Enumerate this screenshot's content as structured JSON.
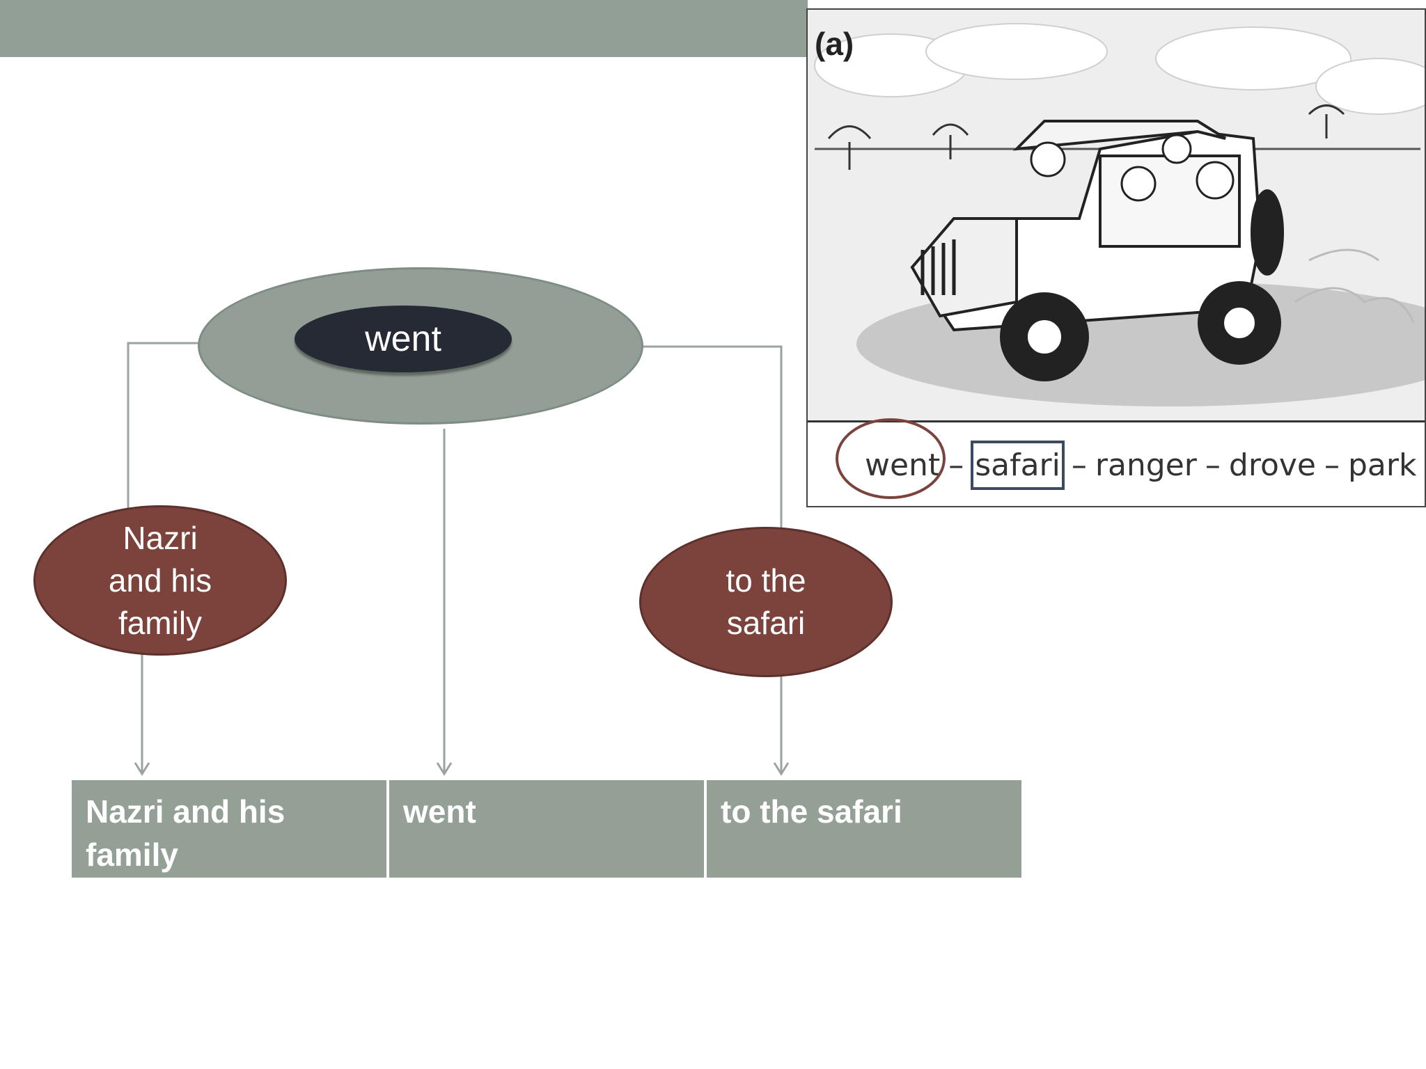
{
  "diagram": {
    "verb": "went",
    "subject_lines": [
      "Nazri",
      "and his",
      "family"
    ],
    "object_lines": [
      "to the",
      "safari"
    ]
  },
  "answer_table": {
    "cells": [
      "Nazri and his family",
      "went",
      "to the safari"
    ]
  },
  "picture": {
    "label": "(a)",
    "words": [
      "went",
      "safari",
      "ranger",
      "drove",
      "park"
    ],
    "separator": "–",
    "circled_word": "went",
    "boxed_word": "safari"
  }
}
